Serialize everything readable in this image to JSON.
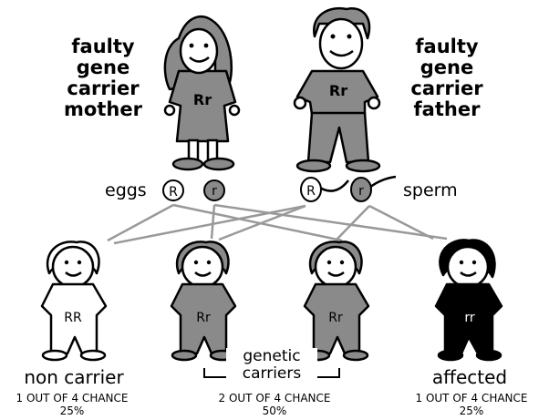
{
  "parents": {
    "mother": {
      "label_lines": [
        "faulty",
        "gene",
        "carrier",
        "mother"
      ],
      "genotype": "Rr"
    },
    "father": {
      "label_lines": [
        "faulty",
        "gene",
        "carrier",
        "father"
      ],
      "genotype": "Rr"
    }
  },
  "gametes": {
    "eggs_label": "eggs",
    "sperm_label": "sperm",
    "egg_alleles": [
      "R",
      "r"
    ],
    "sperm_alleles": [
      "R",
      "r"
    ]
  },
  "children": [
    {
      "genotype": "RR",
      "status": "non carrier"
    },
    {
      "genotype": "Rr"
    },
    {
      "genotype": "Rr"
    },
    {
      "genotype": "rr",
      "status": "affected"
    }
  ],
  "carriers_label": [
    "genetic",
    "carriers"
  ],
  "chances": [
    {
      "text": "1 OUT OF 4 CHANCE",
      "percent": "25%"
    },
    {
      "text": "2 OUT OF 4 CHANCE",
      "percent": "50%"
    },
    {
      "text": "1 OUT OF 4 CHANCE",
      "percent": "25%"
    }
  ],
  "colors": {
    "carrier_fill": "#8a8a8a",
    "affected_fill": "#000000",
    "noncarrier_fill": "#ffffff",
    "line": "#999999"
  }
}
